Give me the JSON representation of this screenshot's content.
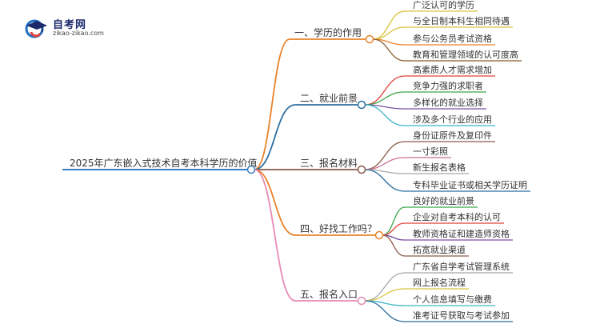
{
  "logo": {
    "title": "自考网",
    "subtitle": "zikao-zikao.com",
    "colors": {
      "blue": "#1f6fc4",
      "red": "#e0413a",
      "dark": "#1c2a6b"
    }
  },
  "root": {
    "label": "2025年广东嵌入式技术自考本科学历的价值",
    "color": "#3b7fc4"
  },
  "branches": [
    {
      "label": "一、学历的作用",
      "color": "#e8822a",
      "children": [
        "广泛认可的学历",
        "与全日制本科生相同待遇",
        "参与公务员考试资格",
        "教育和管理领域的认可度高"
      ],
      "child_colors": [
        "#d9c23a",
        "#d9c23a",
        "#e8822a",
        "#8a5a2b"
      ]
    },
    {
      "label": "二、就业前景",
      "color": "#2d6fa0",
      "children": [
        "高素质人才需求增加",
        "竞争力强的求职者",
        "多样化的就业选择",
        "涉及多个行业的应用"
      ],
      "child_colors": [
        "#e0413a",
        "#3aa64a",
        "#7b4fa0",
        "#3fb6c8"
      ]
    },
    {
      "label": "三、报名材料",
      "color": "#8a5a4a",
      "children": [
        "身份证原件及复印件",
        "一寸彩照",
        "新生报名表格",
        "专科毕业证书或相关学历证明"
      ],
      "child_colors": [
        "#8a5a4a",
        "#cc6e8e",
        "#a8a8a8",
        "#2d6fa0"
      ]
    },
    {
      "label": "四、好找工作吗？",
      "color": "#e8822a",
      "children": [
        "良好的就业前景",
        "企业对自考本科的认可",
        "教师资格证和建造师资格",
        "拓宽就业渠道"
      ],
      "child_colors": [
        "#3aa64a",
        "#e0413a",
        "#7b4fa0",
        "#8a5a4a"
      ]
    },
    {
      "label": "五、报名入口",
      "color": "#e68ab4",
      "children": [
        "广东省自学考试管理系统",
        "网上报名流程",
        "个人信息填写与缴费",
        "准考证号获取与考试参加"
      ],
      "child_colors": [
        "#a8a8a8",
        "#d9c23a",
        "#3fb6c8",
        "#2d6fa0"
      ]
    }
  ]
}
